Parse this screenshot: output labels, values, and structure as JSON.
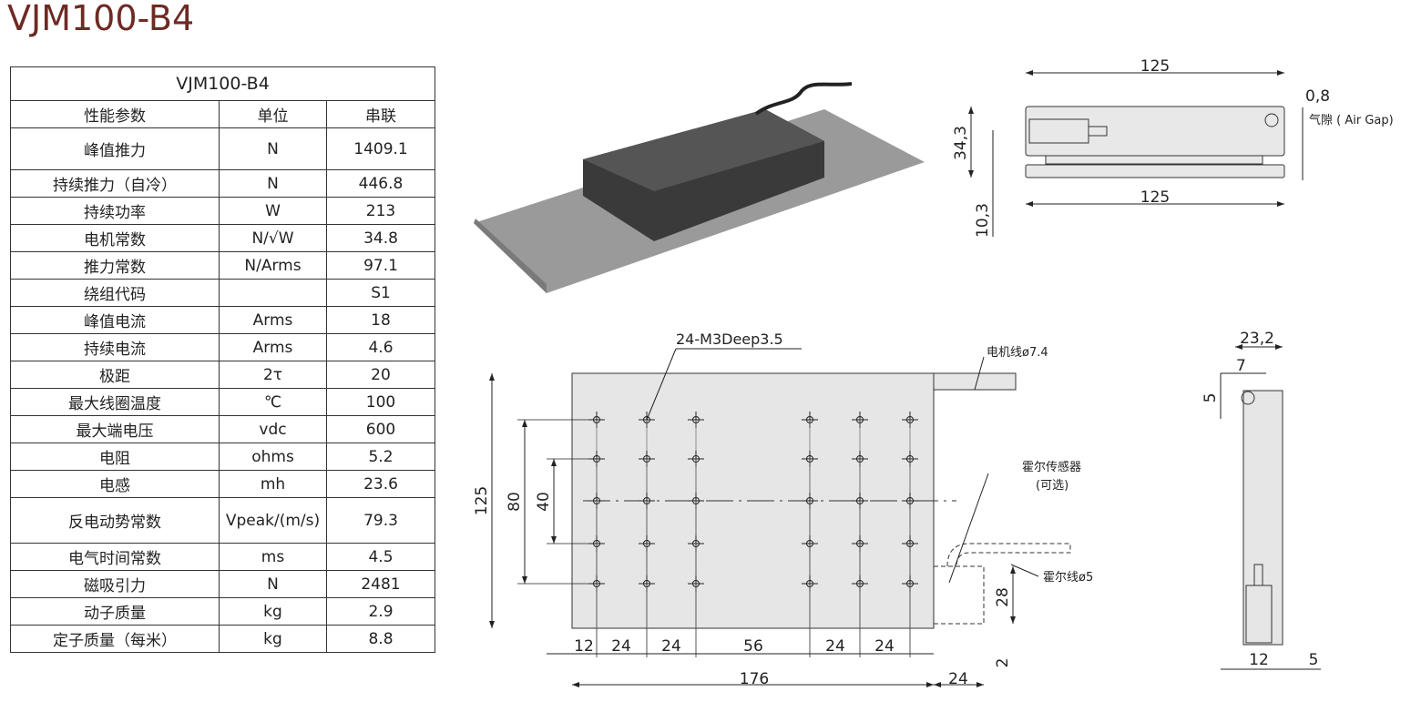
{
  "page_title": "VJM100-B4",
  "spec_table": {
    "model": "VJM100-B4",
    "headers": [
      "性能参数",
      "单位",
      "串联"
    ],
    "rows": [
      [
        "峰值推力",
        "N",
        "1409.1"
      ],
      [
        "持续推力（自冷）",
        "N",
        "446.8"
      ],
      [
        "持续功率",
        "W",
        "213"
      ],
      [
        "电机常数",
        "N/√W",
        "34.8"
      ],
      [
        "推力常数",
        "N/Arms",
        "97.1"
      ],
      [
        "绕组代码",
        "",
        "S1"
      ],
      [
        "峰值电流",
        "Arms",
        "18"
      ],
      [
        "持续电流",
        "Arms",
        "4.6"
      ],
      [
        "极距",
        "2τ",
        "20"
      ],
      [
        "最大线圈温度",
        "℃",
        "100"
      ],
      [
        "最大端电压",
        "vdc",
        "600"
      ],
      [
        "电阻",
        "ohms",
        "5.2"
      ],
      [
        "电感",
        "mh",
        "23.6"
      ],
      [
        "反电动势常数",
        "Vpeak/(m/s)",
        "79.3"
      ],
      [
        "电气时间常数",
        "ms",
        "4.5"
      ],
      [
        "磁吸引力",
        "N",
        "2481"
      ],
      [
        "动子质量",
        "kg",
        "2.9"
      ],
      [
        "定子质量（每米）",
        "kg",
        "8.8"
      ]
    ]
  },
  "front_view": {
    "width_top": "125",
    "width_bottom": "125",
    "height_total": "34,3",
    "height_stator": "10,3",
    "air_gap": "0,8",
    "air_gap_label": "气隙 ( Air Gap)"
  },
  "top_view": {
    "hole_callout": "24-M3Deep3.5",
    "motor_cable": "电机线ø7.4",
    "hall_sensor": "霍尔传感器",
    "hall_optional": "(可选)",
    "hall_cable": "霍尔线ø5",
    "dim_height": "125",
    "dim_80": "80",
    "dim_40": "40",
    "dim_28": "28",
    "dim_2": "2",
    "spacing": [
      "12",
      "24",
      "24",
      "56",
      "24",
      "24"
    ],
    "dim_length": "176",
    "dim_24": "24"
  },
  "side_view": {
    "width": "23,2",
    "offset_7": "7",
    "offset_5": "5",
    "bottom_12": "12",
    "bottom_5": "5"
  }
}
